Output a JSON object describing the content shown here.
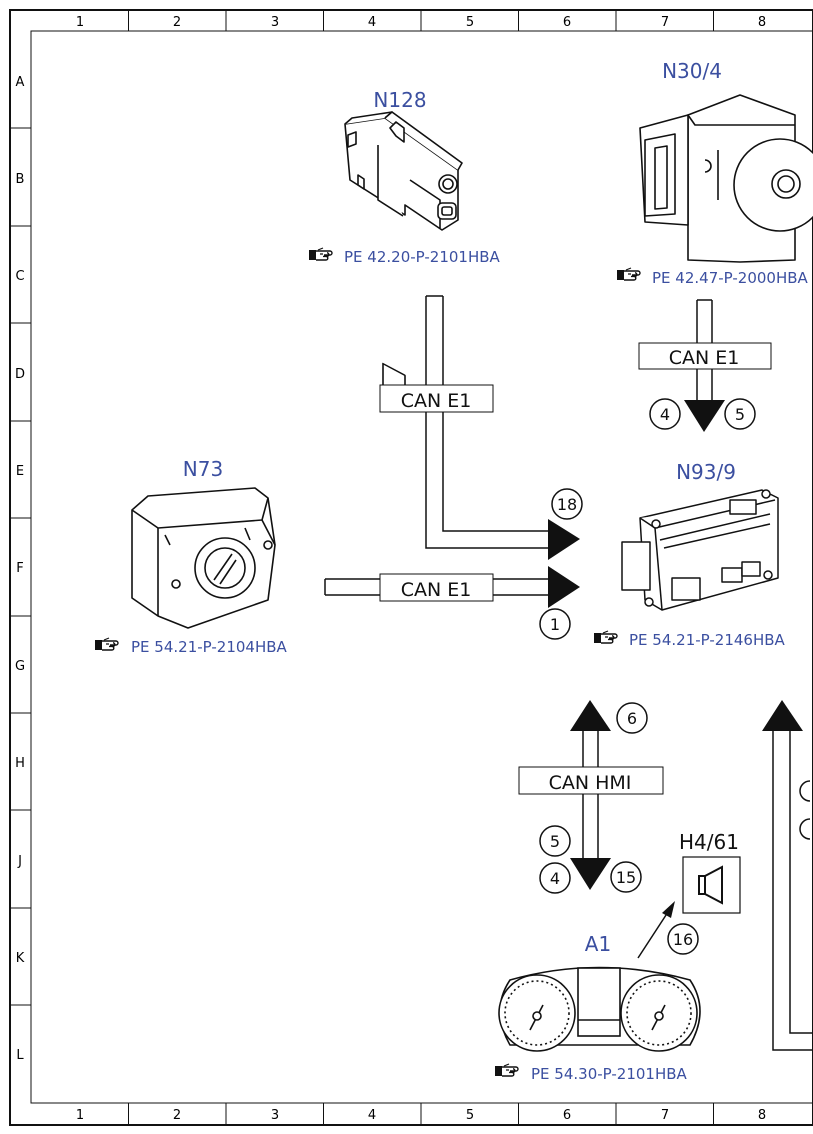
{
  "grid": {
    "columns": [
      "1",
      "2",
      "3",
      "4",
      "5",
      "6",
      "7",
      "8"
    ],
    "rows": [
      "A",
      "B",
      "C",
      "D",
      "E",
      "F",
      "G",
      "H",
      "J",
      "K",
      "L"
    ]
  },
  "components": {
    "n128": {
      "name": "N128",
      "reference": "PE 42.20-P-2101HBA"
    },
    "n30_4": {
      "name": "N30/4",
      "reference": "PE 42.47-P-2000HBA"
    },
    "n73": {
      "name": "N73",
      "reference": "PE 54.21-P-2104HBA"
    },
    "n93_9": {
      "name": "N93/9",
      "reference": "PE 54.21-P-2146HBA"
    },
    "h4_61": {
      "name": "H4/61"
    },
    "a1": {
      "name": "A1",
      "reference": "PE 54.30-P-2101HBA"
    }
  },
  "buses": {
    "can_e1_vertical": "CAN E1",
    "can_e1_horizontal": "CAN E1",
    "can_e1_top_right": "CAN E1",
    "can_hmi": "CAN HMI"
  },
  "signal_numbers": {
    "s18": "18",
    "s1": "1",
    "s4_top": "4",
    "s5_top": "5",
    "s6": "6",
    "s5_bottom": "5",
    "s4_bottom": "4",
    "s15": "15",
    "s16": "16"
  },
  "colors": {
    "component_label": "#3b4fa0",
    "line": "#111111"
  },
  "icons": {
    "reference": "pointing-hand-icon",
    "speaker": "speaker-icon"
  }
}
